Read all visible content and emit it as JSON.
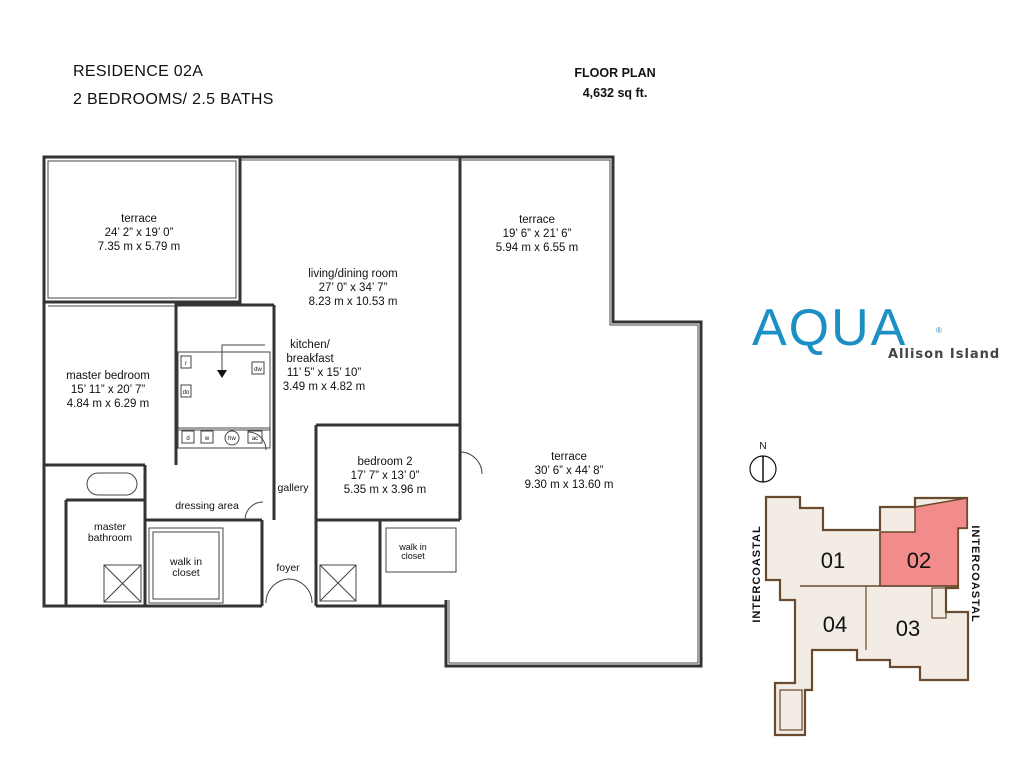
{
  "header": {
    "residence": "RESIDENCE 02A",
    "configuration": "2 BEDROOMS/ 2.5 BATHS",
    "plan_title": "FLOOR PLAN",
    "plan_area": "4,632 sq ft."
  },
  "rooms": {
    "terrace_west": {
      "name": "terrace",
      "imperial": "24’ 2” x 19’ 0”",
      "metric": "7.35 m x 5.79 m"
    },
    "living": {
      "name": "living/dining room",
      "imperial": "27’ 0” x 34’ 7”",
      "metric": "8.23 m x 10.53 m"
    },
    "terrace_north": {
      "name": "terrace",
      "imperial": "19’ 6” x 21’ 6”",
      "metric": "5.94 m x 6.55 m"
    },
    "master_bedroom": {
      "name": "master bedroom",
      "imperial": "15’ 11” x 20’ 7”",
      "metric": "4.84 m x 6.29 m"
    },
    "kitchen": {
      "name_line1": "kitchen/",
      "name_line2": "breakfast",
      "imperial": "11’ 5” x 15’ 10”",
      "metric": "3.49 m x 4.82 m"
    },
    "bedroom2": {
      "name": "bedroom 2",
      "imperial": "17’ 7” x 13’ 0”",
      "metric": "5.35 m x 3.96 m"
    },
    "terrace_east": {
      "name": "terrace",
      "imperial": "30’ 6” x 44’ 8”",
      "metric": "9.30 m x 13.60 m"
    },
    "master_bathroom": {
      "name_line1": "master",
      "name_line2": "bathroom"
    },
    "dressing": {
      "name": "dressing area"
    },
    "walkin_master": {
      "name_line1": "walk in",
      "name_line2": "closet"
    },
    "walkin_bed2": {
      "name_line1": "walk in",
      "name_line2": "closet"
    },
    "gallery": {
      "name": "gallery"
    },
    "foyer": {
      "name": "foyer"
    }
  },
  "appliances": {
    "r": "r",
    "do": "do",
    "dw": "dw",
    "d": "d",
    "w": "w",
    "hw": "hw",
    "ac": "ac"
  },
  "logo": {
    "brand": "AQUA",
    "mark": "®",
    "subtitle": "Allison Island",
    "color": "#1c8fc4"
  },
  "keyplan": {
    "north": "N",
    "units": [
      "01",
      "02",
      "04",
      "03"
    ],
    "highlight_unit": "02",
    "highlight_color": "#f28b8b",
    "left_label": "INTERCOASTAL",
    "right_label": "INTERCOASTAL"
  }
}
